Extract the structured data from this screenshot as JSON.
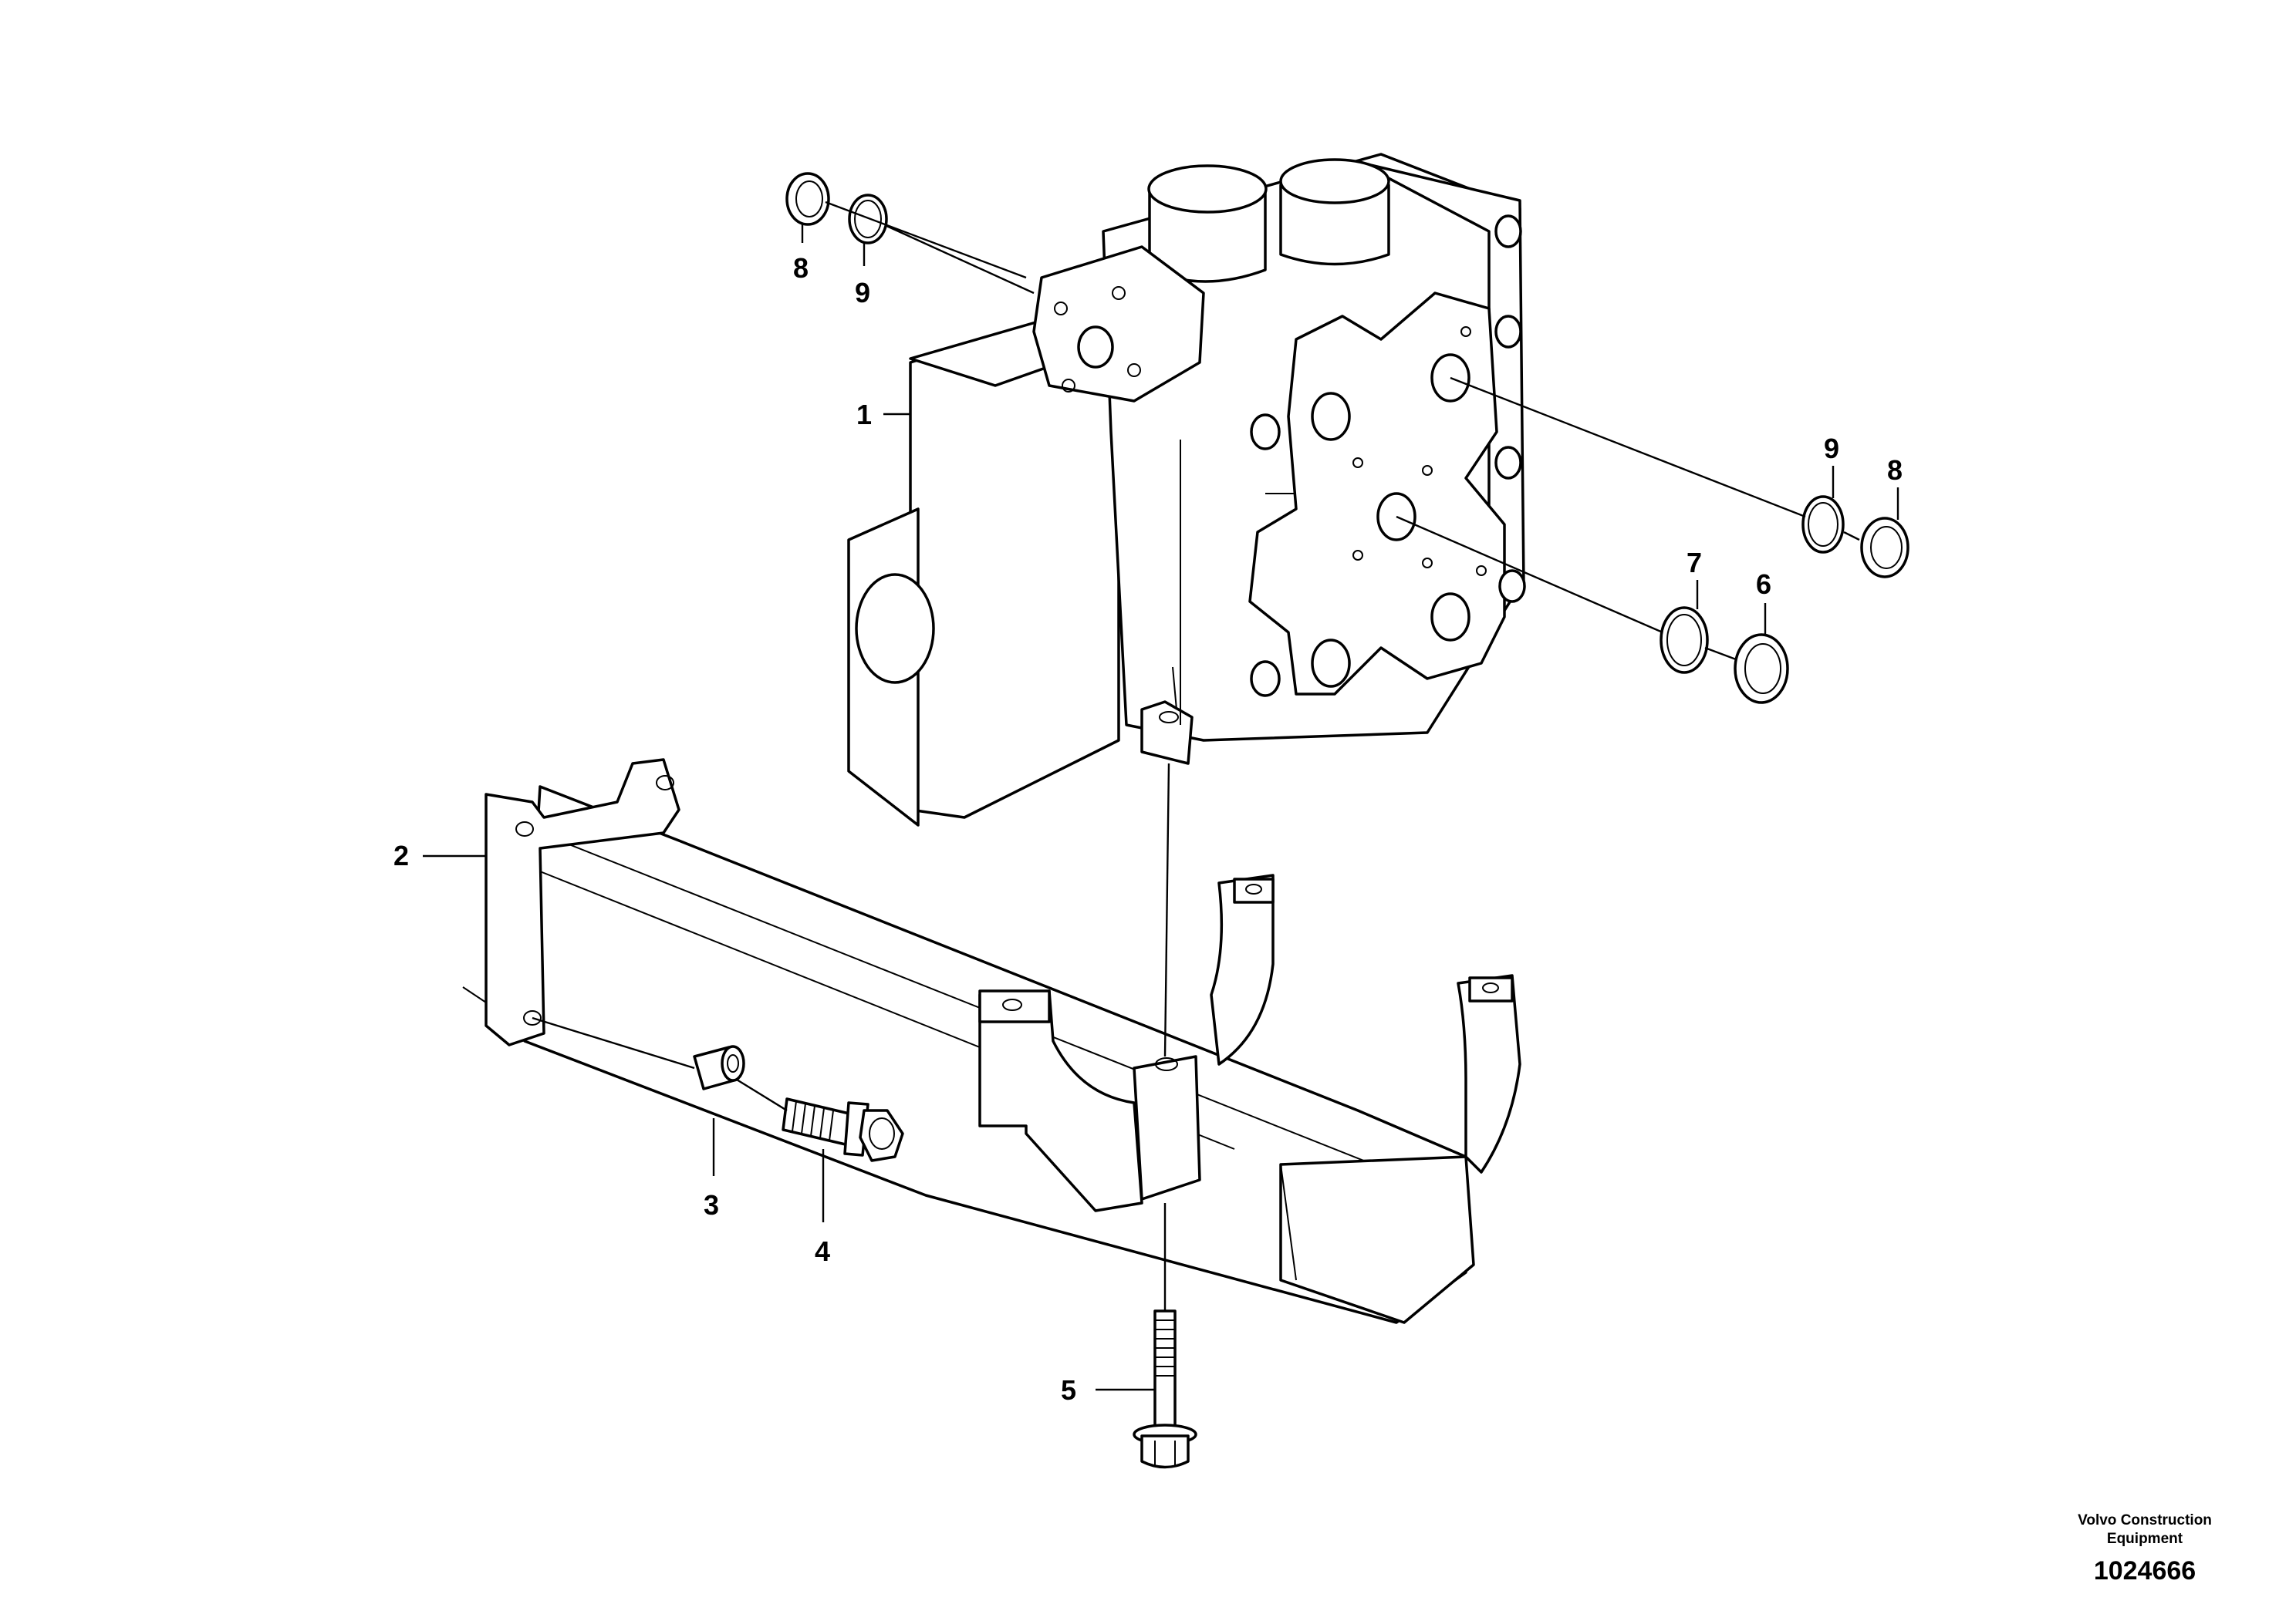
{
  "callouts": {
    "c1": "1",
    "c2": "2",
    "c3": "3",
    "c4": "4",
    "c5": "5",
    "c6": "6",
    "c7": "7",
    "c8a": "8",
    "c8b": "8",
    "c9a": "9",
    "c9b": "9"
  },
  "caption": {
    "company_line1": "Volvo Construction",
    "company_line2": "Equipment",
    "drawing_number": "1024666"
  }
}
